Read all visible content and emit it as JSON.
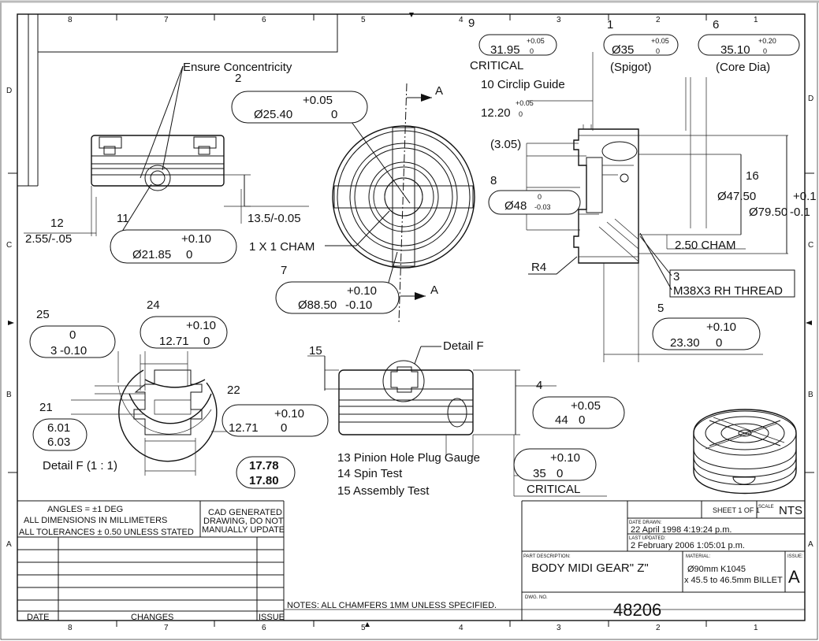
{
  "zones": {
    "top": [
      "8",
      "7",
      "6",
      "5",
      "4",
      "3",
      "2",
      "1"
    ],
    "bottom": [
      "8",
      "7",
      "6",
      "5",
      "4",
      "3",
      "2",
      "1"
    ],
    "left": [
      "D",
      "C",
      "B",
      "A"
    ],
    "right": [
      "D",
      "C",
      "B",
      "A"
    ]
  },
  "notes": {
    "ensure_concentricity": "Ensure Concentricity",
    "critical": "CRITICAL",
    "spigot": "(Spigot)",
    "core_dia": "(Core Dia)",
    "circlip_guide": "10 Circlip Guide",
    "cham_1x1": "1 X 1 CHAM",
    "cham_250": "2.50 CHAM",
    "r4": "R4",
    "thread": "M38X3 RH THREAD",
    "detail_f": "Detail F",
    "detail_f_scale": "Detail F (1 : 1)",
    "gauge": "13 Pinion Hole Plug Gauge",
    "spin": "14 Spin Test",
    "assembly": "15 Assembly Test",
    "chamfers": "NOTES: ALL CHAMFERS 1MM UNLESS SPECIFIED."
  },
  "balloons": {
    "b9": "9",
    "b1": "1",
    "b6": "6",
    "b2": "2",
    "b12": "12",
    "b11": "11",
    "b7": "7",
    "b8": "8",
    "b16": "16",
    "b3": "3",
    "b5": "5",
    "b25": "25",
    "b24": "24",
    "b15": "15",
    "b4": "4",
    "b22": "22",
    "b21": "21"
  },
  "dims": {
    "d31": {
      "nominal": "31.95",
      "upper": "+0.05",
      "lower": "0"
    },
    "d35": {
      "nominal": "Ø35",
      "upper": "+0.05",
      "lower": "0"
    },
    "d3510": {
      "nominal": "35.10",
      "upper": "+0.20",
      "lower": "0"
    },
    "d1220": {
      "nominal": "12.20",
      "upper": "+0.05",
      "lower": "0"
    },
    "d305": "(3.05)",
    "d48": {
      "nominal": "Ø48",
      "upper": "0",
      "lower": "-0.03"
    },
    "d4750": {
      "nominal": "Ø47.50",
      "upper": "+0.1"
    },
    "d7950": {
      "nominal": "Ø79.50",
      "lower": "-0.1"
    },
    "d2540": {
      "nominal": "Ø25.40",
      "upper": "+0.05",
      "lower": "0"
    },
    "d135": "13.5/-0.05",
    "d255": "2.55/-.05",
    "d2185": {
      "nominal": "Ø21.85",
      "upper": "+0.10",
      "lower": "0"
    },
    "d8850": {
      "nominal": "Ø88.50",
      "upper": "+0.10",
      "lower": "-0.10"
    },
    "d2330": {
      "nominal": "23.30",
      "upper": "+0.10",
      "lower": "0"
    },
    "d3": {
      "nominal": "3",
      "upper": "0",
      "lower": "-0.10"
    },
    "d1271a": {
      "nominal": "12.71",
      "upper": "+0.10",
      "lower": "0"
    },
    "d1271b": {
      "nominal": "12.71",
      "upper": "+0.10",
      "lower": "0"
    },
    "d601": "6.01",
    "d603": "6.03",
    "d1778": "17.78",
    "d1780": "17.80",
    "d44": {
      "nominal": "44",
      "upper": "+0.05",
      "lower": "0"
    },
    "d35b": {
      "nominal": "35",
      "upper": "+0.10",
      "lower": "0"
    },
    "section": "A"
  },
  "title_block": {
    "angles": "ANGLES = ±1 DEG",
    "dims_mm": "ALL DIMENSIONS IN MILLIMETERS",
    "tolerances": "ALL TOLERANCES ± 0.50 UNLESS STATED",
    "cad1": "CAD GENERATED",
    "cad2": "DRAWING, DO  NOT",
    "cad3": "MANUALLY  UPDATE",
    "date_hdr": "DATE",
    "changes_hdr": "CHANGES",
    "issue_hdr": "ISSUE",
    "sheet": "SHEET 1 OF 1",
    "scale_lbl": "SCALE",
    "scale": "NTS",
    "drawn_lbl": "DATE DRAWN:",
    "drawn": "22 April 1998 4:19:24 p.m.",
    "updated_lbl": "LAST UPDATED:",
    "updated": "2 February 2006 1:05:01 p.m.",
    "part_lbl": "PART DESCRIPTION:",
    "part": "BODY MIDI GEAR\" Z\"",
    "material_lbl": "MATERIAL:",
    "material1": "Ø90mm K1045",
    "material2": "x 45.5 to 46.5mm BILLET",
    "issue_lbl": "ISSUE:",
    "issue": "A",
    "dwg_lbl": "DWG. NO.",
    "dwg": "48206"
  }
}
